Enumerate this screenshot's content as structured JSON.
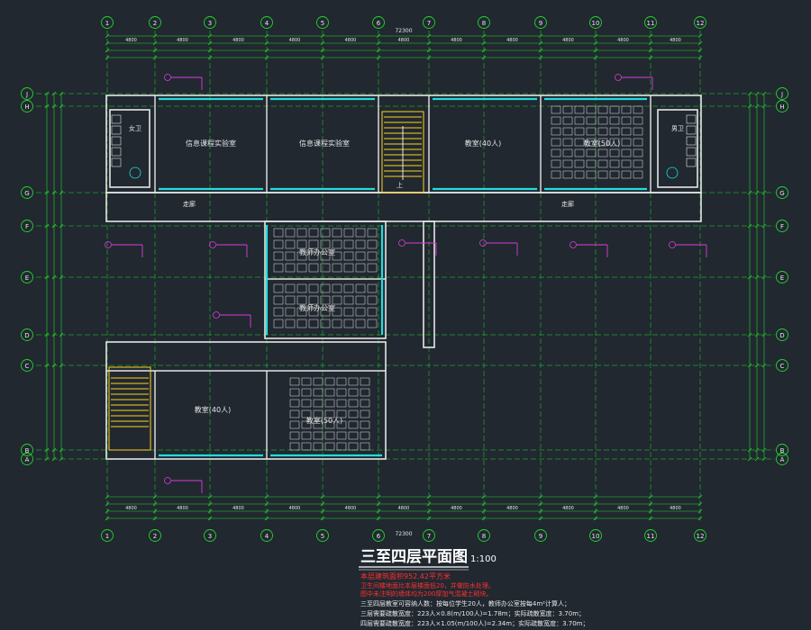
{
  "axes": {
    "columns": [
      "1",
      "2",
      "3",
      "4",
      "5",
      "6",
      "7",
      "8",
      "9",
      "10",
      "11",
      "12"
    ],
    "rows": [
      "A",
      "B",
      "C",
      "D",
      "E",
      "F",
      "G",
      "H",
      "J"
    ],
    "row_bubbles": [
      "J",
      "H",
      "G",
      "F",
      "E",
      "D",
      "C",
      "B",
      "A"
    ]
  },
  "dimensions": {
    "overall": "72300",
    "top_bays": [
      "4800",
      "4800",
      "4800",
      "4800",
      "4800",
      "4800",
      "4800",
      "4800",
      "4800",
      "4800",
      "4800"
    ]
  },
  "rooms": {
    "office_top_left": "信息课程实验室",
    "office_top_mid": "信息课程实验室",
    "classroom_top_right": "教室(40人)",
    "classroom_top_far_right": "教室(50人)",
    "toilet_left": "女卫",
    "toilet_right": "男卫",
    "office_mid_1": "教师办公室",
    "office_mid_2": "教师办公室",
    "classroom_bottom_left": "教室(40人)",
    "classroom_bottom_right": "教室(50人)",
    "corridor_left": "走廊",
    "corridor_right": "走廊",
    "stair_up": "上"
  },
  "title": {
    "main": "三至四层平面图",
    "scale": "1:100"
  },
  "notes": {
    "red_1": "本层建筑面积952.42平方米",
    "red_2": "卫生间楼地面比本层楼面低20，并做防水处理。",
    "red_3": "图中未注明的墙体均为200厚加气混凝土砌块。",
    "white_1": "三至四层教室可容纳人数：按每位学生20人，教师办公室按每4m²计算人；",
    "white_2": "三层需要疏散宽度：223人×0.8(m/100人)=1.78m；实际疏散宽度：3.70m；",
    "white_3": "四层需要疏散宽度：223人×1.05(m/100人)=2.34m；实际疏散宽度：3.70m；"
  },
  "colors": {
    "background": "#212830",
    "axis_green": "#22d62b",
    "wall_white": "#e6e6e6",
    "glass_cyan": "#22dcdc",
    "stair_yellow": "#ffd21e",
    "tag_magenta": "#dc3cdc",
    "note_red": "#ff3030"
  }
}
